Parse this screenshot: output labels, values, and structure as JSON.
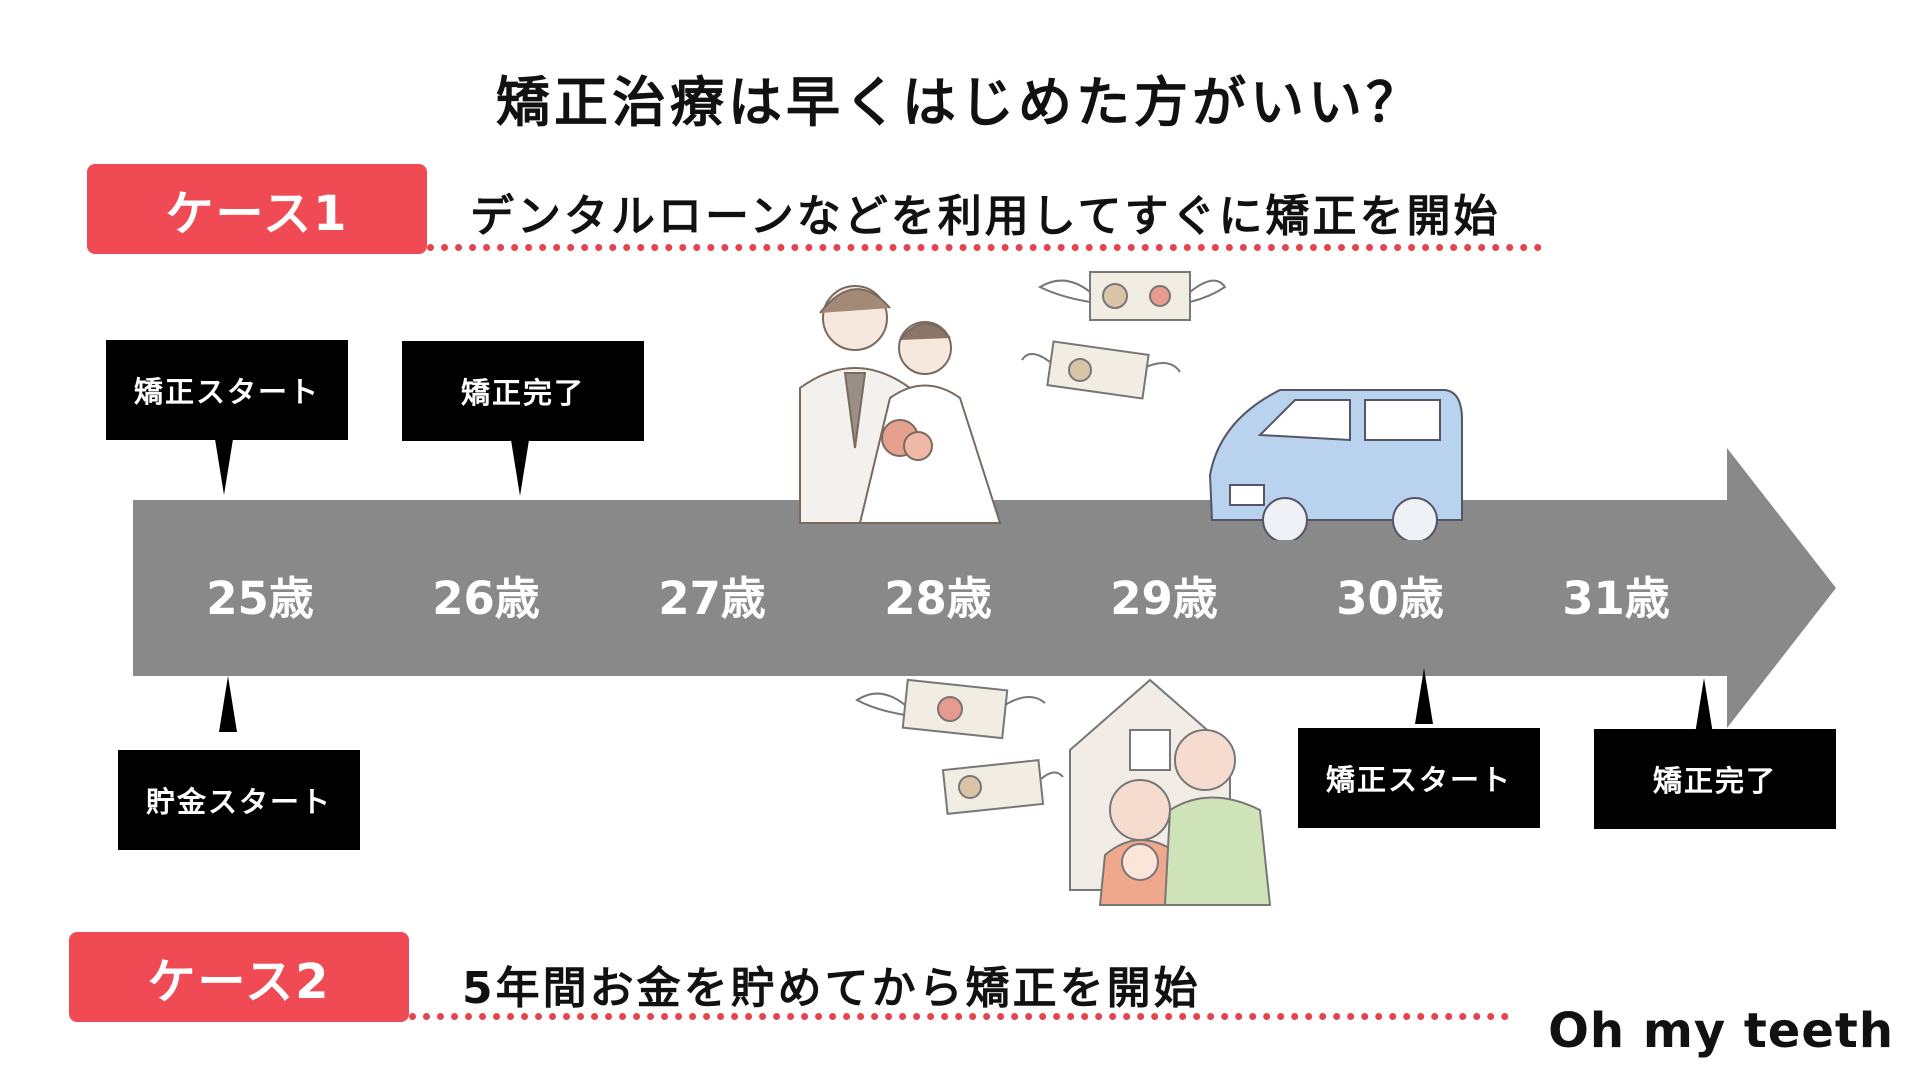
{
  "title": "矯正治療は早くはじめた方がいい？",
  "case1": {
    "badge": "ケース1",
    "description": "デンタルローンなどを利用してすぐに矯正を開始",
    "callouts": [
      "矯正スタート",
      "矯正完了"
    ]
  },
  "case2": {
    "badge": "ケース2",
    "description": "5年間お金を貯めてから矯正を開始",
    "callouts": [
      "貯金スタート",
      "矯正スタート",
      "矯正完了"
    ]
  },
  "timeline": {
    "ages": [
      "25歳",
      "26歳",
      "27歳",
      "28歳",
      "29歳",
      "30歳",
      "31歳"
    ]
  },
  "illustrations": {
    "wedding": "wedding-couple-illustration",
    "car": "car-illustration",
    "house_family": "family-house-illustration",
    "money": "flying-money-illustration"
  },
  "colors": {
    "accent": "#f04b55",
    "arrow": "#898989",
    "callout": "#000000"
  },
  "brand": "Oh my teeth"
}
